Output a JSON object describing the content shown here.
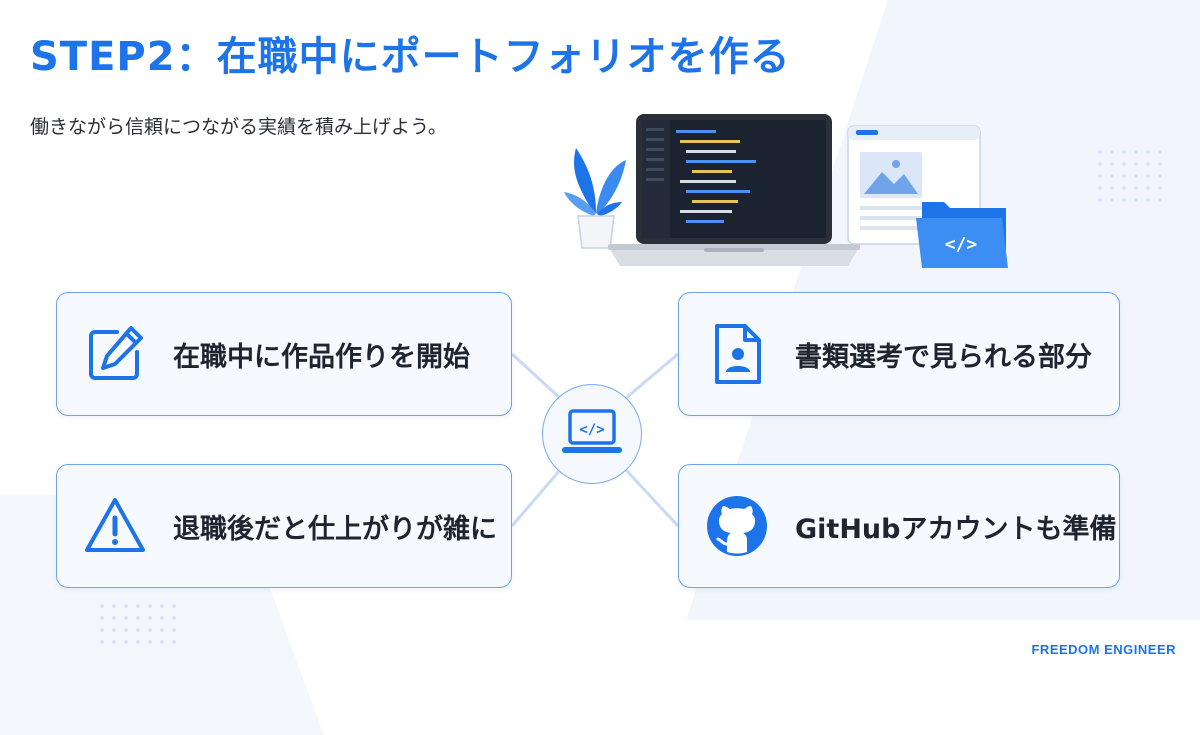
{
  "slide": {
    "title": "STEP2：在職中にポートフォリオを作る",
    "subtitle": "働きながら信頼につながる実績を積み上げよう。",
    "brand": "FREEDOM ENGINEER"
  },
  "cards": [
    {
      "label": "在職中に作品作りを開始",
      "icon": "edit-icon"
    },
    {
      "label": "退職後だと仕上がりが雑に",
      "icon": "warning-icon"
    },
    {
      "label": "書類選考で見られる部分",
      "icon": "document-profile-icon"
    },
    {
      "label": "GitHubアカウントも準備",
      "icon": "github-icon"
    }
  ],
  "center": {
    "icon": "laptop-code-icon"
  },
  "illustration": {
    "icons": [
      "plant-icon",
      "laptop-icon",
      "browser-window-icon",
      "code-folder-icon"
    ]
  },
  "colors": {
    "accent": "#1d74e8",
    "card_border": "#6fa3ea",
    "card_bg": "#f6f9fe",
    "text": "#1f2530"
  }
}
